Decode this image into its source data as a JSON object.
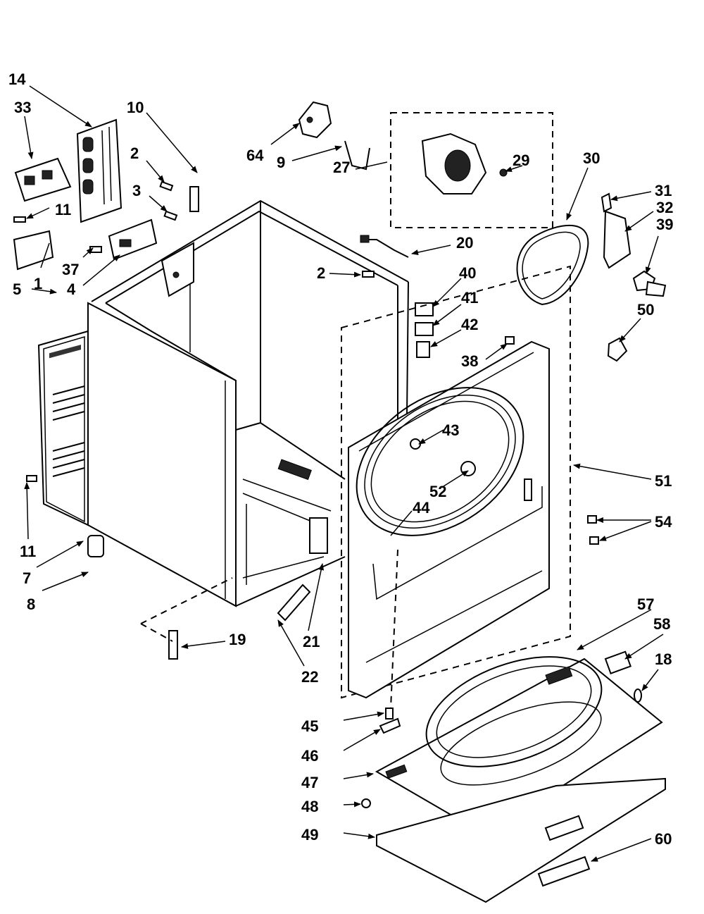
{
  "diagram": {
    "labels": [
      {
        "id": "14",
        "text": "14"
      },
      {
        "id": "33",
        "text": "33"
      },
      {
        "id": "10",
        "text": "10"
      },
      {
        "id": "2a",
        "text": "2"
      },
      {
        "id": "3",
        "text": "3"
      },
      {
        "id": "11a",
        "text": "11"
      },
      {
        "id": "37",
        "text": "37"
      },
      {
        "id": "1",
        "text": "1"
      },
      {
        "id": "4",
        "text": "4"
      },
      {
        "id": "5",
        "text": "5"
      },
      {
        "id": "64",
        "text": "64"
      },
      {
        "id": "9",
        "text": "9"
      },
      {
        "id": "27",
        "text": "27"
      },
      {
        "id": "29",
        "text": "29"
      },
      {
        "id": "30",
        "text": "30"
      },
      {
        "id": "31",
        "text": "31"
      },
      {
        "id": "32",
        "text": "32"
      },
      {
        "id": "39",
        "text": "39"
      },
      {
        "id": "20",
        "text": "20"
      },
      {
        "id": "2b",
        "text": "2"
      },
      {
        "id": "40",
        "text": "40"
      },
      {
        "id": "41",
        "text": "41"
      },
      {
        "id": "42",
        "text": "42"
      },
      {
        "id": "50",
        "text": "50"
      },
      {
        "id": "38",
        "text": "38"
      },
      {
        "id": "43",
        "text": "43"
      },
      {
        "id": "51",
        "text": "51"
      },
      {
        "id": "52",
        "text": "52"
      },
      {
        "id": "44",
        "text": "44"
      },
      {
        "id": "54",
        "text": "54"
      },
      {
        "id": "11b",
        "text": "11"
      },
      {
        "id": "7",
        "text": "7"
      },
      {
        "id": "8",
        "text": "8"
      },
      {
        "id": "19",
        "text": "19"
      },
      {
        "id": "21",
        "text": "21"
      },
      {
        "id": "22",
        "text": "22"
      },
      {
        "id": "57",
        "text": "57"
      },
      {
        "id": "58",
        "text": "58"
      },
      {
        "id": "18",
        "text": "18"
      },
      {
        "id": "45",
        "text": "45"
      },
      {
        "id": "46",
        "text": "46"
      },
      {
        "id": "47",
        "text": "47"
      },
      {
        "id": "48",
        "text": "48"
      },
      {
        "id": "49",
        "text": "49"
      },
      {
        "id": "60",
        "text": "60"
      }
    ]
  }
}
